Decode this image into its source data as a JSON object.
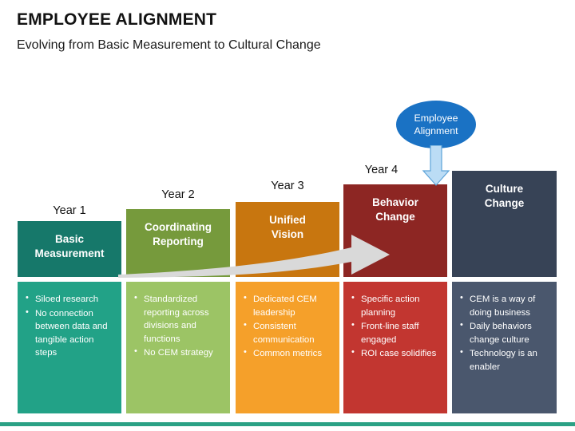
{
  "header": {
    "title": "EMPLOYEE ALIGNMENT",
    "subtitle": "Evolving from Basic Measurement to Cultural Change"
  },
  "callout": {
    "line1": "Employee",
    "line2": "Alignment",
    "fill_color": "#1A72C4",
    "arrow_color": "#BBDCF5",
    "arrow_stroke": "#3E8ECC"
  },
  "footer": {
    "bar_color": "#2BA185"
  },
  "growth_arrow": {
    "color": "#D9D9D9"
  },
  "stages": [
    {
      "year": "Year 1",
      "title_line1": "Basic",
      "title_line2": "Measurement",
      "head_color": "#16786A",
      "body_color": "#22A287",
      "bullets": [
        "Siloed research",
        "No connection between data and tangible action steps"
      ]
    },
    {
      "year": "Year 2",
      "title_line1": "Coordinating",
      "title_line2": "Reporting",
      "head_color": "#769A3C",
      "body_color": "#9CC465",
      "bullets": [
        "Standardized reporting across divisions and functions",
        "No CEM strategy"
      ]
    },
    {
      "year": "Year 3",
      "title_line1": "Unified",
      "title_line2": "Vision",
      "head_color": "#C8760F",
      "body_color": "#F5A02A",
      "bullets": [
        "Dedicated CEM leadership",
        "Consistent communication",
        "Common metrics"
      ]
    },
    {
      "year": "Year 4",
      "title_line1": "Behavior",
      "title_line2": "Change",
      "head_color": "#8D2623",
      "body_color": "#C23630",
      "bullets": [
        "Specific action planning",
        "Front-line staff engaged",
        "ROI case solidifies"
      ]
    },
    {
      "year": "",
      "title_line1": "Culture",
      "title_line2": "Change",
      "head_color": "#374356",
      "body_color": "#4A576D",
      "bullets": [
        "CEM is a way of doing business",
        "Daily behaviors change culture",
        "Technology is an enabler"
      ]
    }
  ]
}
